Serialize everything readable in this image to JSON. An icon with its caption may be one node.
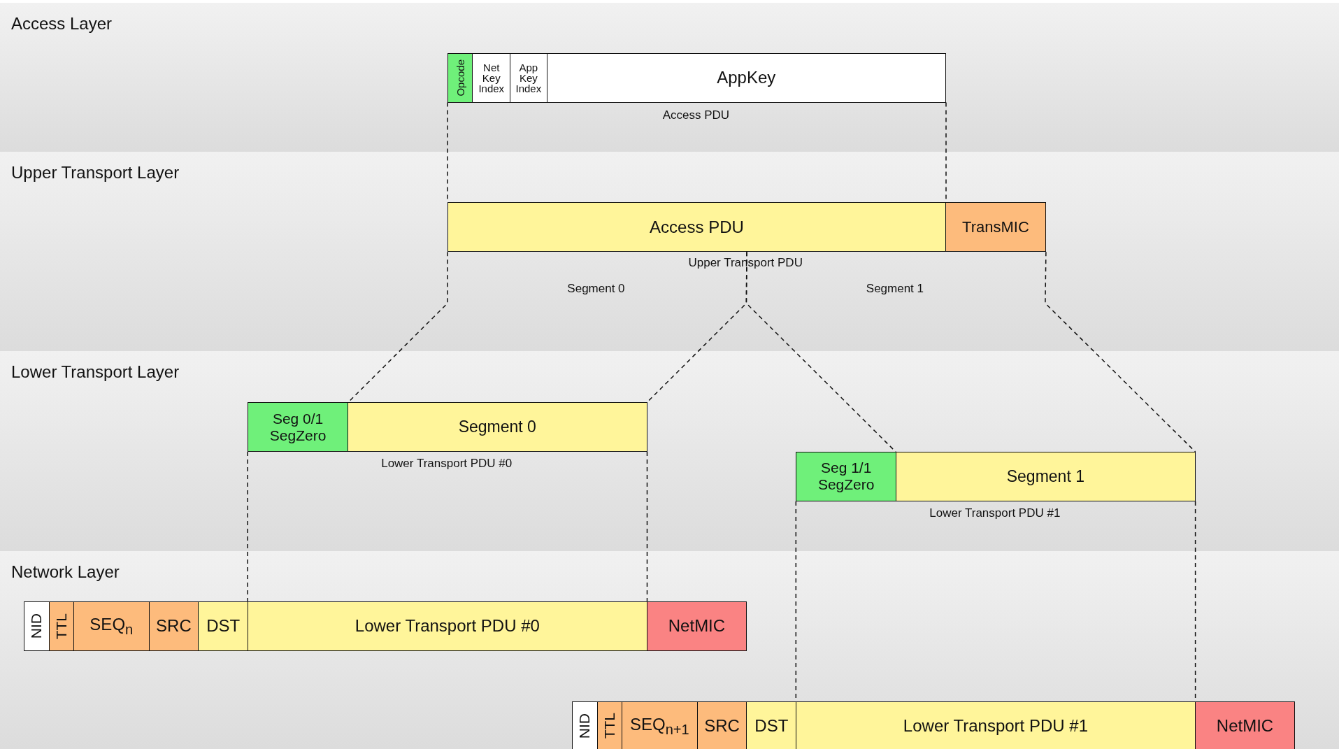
{
  "diagram": {
    "nodes": [
      {
        "text": [
          "Access Layer"
        ]
      },
      {
        "text": [
          "Opcode"
        ],
        "in": 0
      },
      {
        "text": [
          "Net Key Index"
        ],
        "in": 0
      },
      {
        "text": [
          "App Key Index"
        ],
        "in": 0
      },
      {
        "text": [
          "AppKey"
        ],
        "in": 0
      },
      {
        "text": [
          "Upper Transport Layer"
        ]
      },
      {
        "text": [
          "Access PDU"
        ],
        "in": 5
      },
      {
        "text": [
          "TransMIC"
        ],
        "in": 5
      },
      {
        "text": [
          "Lower Transport Layer"
        ]
      },
      {
        "text": [
          "Seg 0/1 SegZero"
        ],
        "in": 8
      },
      {
        "text": [
          "Segment 0"
        ],
        "in": 8
      },
      {
        "text": [
          "Seg 1/1 SegZero"
        ],
        "in": 8
      },
      {
        "text": [
          "Segment 1"
        ],
        "in": 8
      },
      {
        "text": [
          "Network Layer"
        ]
      },
      {
        "text": [
          "NID"
        ],
        "in": 13
      },
      {
        "text": [
          "TTL"
        ],
        "in": 13
      },
      {
        "text": [
          "SEQ$_{n}$"
        ],
        "in": 13
      },
      {
        "text": [
          "SRC"
        ],
        "in": 13
      },
      {
        "text": [
          "DST"
        ],
        "in": 13
      },
      {
        "text": [
          "Lower Transport PDU #0"
        ],
        "in": 13
      },
      {
        "text": [
          "NetMIC"
        ],
        "in": 13
      },
      {
        "text": [
          "NID"
        ],
        "in": 13
      },
      {
        "text": [
          "TTL"
        ],
        "in": 13
      },
      {
        "text": [
          "SEQ$_{n+1}$"
        ],
        "in": 13
      },
      {
        "text": [
          "SRC"
        ],
        "in": 13
      },
      {
        "text": [
          "DST"
        ],
        "in": 13
      },
      {
        "text": [
          "Lower Transport PDU #1"
        ],
        "in": 13
      },
      {
        "text": [
          "NetMIC"
        ],
        "in": 13
      }
    ],
    "edges": [
      {
        "from": 1,
        "to": 6,
        "arrow": "none",
        "style": "dashed"
      },
      {
        "from": 4,
        "to": 6,
        "arrow": "none",
        "style": "dashed"
      },
      {
        "from": 6,
        "to": 9,
        "arrow": "none",
        "style": "dashed"
      },
      {
        "from": 6,
        "to": 10,
        "arrow": "none",
        "style": "dashed"
      },
      {
        "from": 6,
        "to": 12,
        "arrow": "none",
        "style": "dashed"
      },
      {
        "from": 7,
        "to": 12,
        "arrow": "none",
        "style": "dashed"
      },
      {
        "from": 9,
        "to": 19,
        "arrow": "none",
        "style": "dashed"
      },
      {
        "from": 10,
        "to": 19,
        "arrow": "none",
        "style": "dashed"
      },
      {
        "from": 11,
        "to": 26,
        "arrow": "none",
        "style": "dashed"
      },
      {
        "from": 12,
        "to": 26,
        "arrow": "none",
        "style": "dashed"
      }
    ],
    "labels": [
      "Access PDU",
      "Upper Transport PDU",
      "Segment 0",
      "Segment 1",
      "Lower Transport PDU #0",
      "Lower Transport PDU #1"
    ]
  }
}
